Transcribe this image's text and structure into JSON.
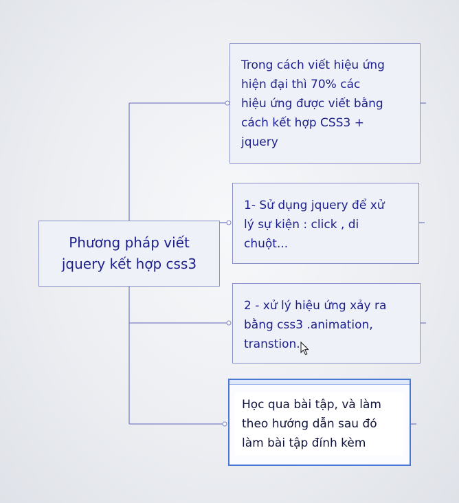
{
  "mindmap": {
    "root": {
      "label_line1": "Phương pháp viết",
      "label_line2": "jquery  kết hợp css3"
    },
    "branches": [
      {
        "lines": [
          "Trong cách viết hiệu ứng",
          "hiện đại thì 70% các",
          "hiệu ứng được viết bằng",
          "cách kết hợp CSS3 +",
          "jquery"
        ]
      },
      {
        "lines": [
          "1- Sử dụng jquery để xử",
          "lý sự kiện : click , di",
          "chuột..."
        ]
      },
      {
        "lines": [
          "2 - xử lý hiệu ứng xảy ra",
          "bằng css3 .animation,",
          "transtion..."
        ]
      },
      {
        "lines": [
          "Học qua bài tập, và làm",
          "theo hướng dẫn sau đó",
          "làm bài tập đính kèm"
        ],
        "selected": true
      }
    ]
  },
  "colors": {
    "line": "#7a7fc4",
    "text": "#1c1f8a",
    "node_border": "#8a8fc8",
    "selected_border": "#4a78d6"
  },
  "icons": {
    "pointer": "mouse-pointer-icon"
  }
}
